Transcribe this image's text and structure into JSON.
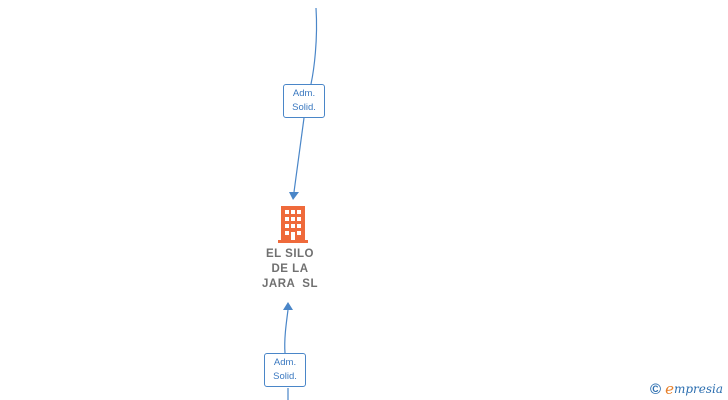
{
  "relations": [
    {
      "role_lines": [
        "Adm.",
        "Solid."
      ]
    },
    {
      "role_lines": [
        "Adm.",
        "Solid."
      ]
    }
  ],
  "company": {
    "name_lines": [
      "EL SILO",
      "DE LA",
      "JARA  SL"
    ],
    "icon": "building-icon"
  },
  "brand": {
    "copyright_symbol": "©",
    "first_letter": "e",
    "rest": "mpresia"
  },
  "colors": {
    "edge": "#4a86c8",
    "building": "#ef6a3b",
    "company_text": "#707070"
  }
}
